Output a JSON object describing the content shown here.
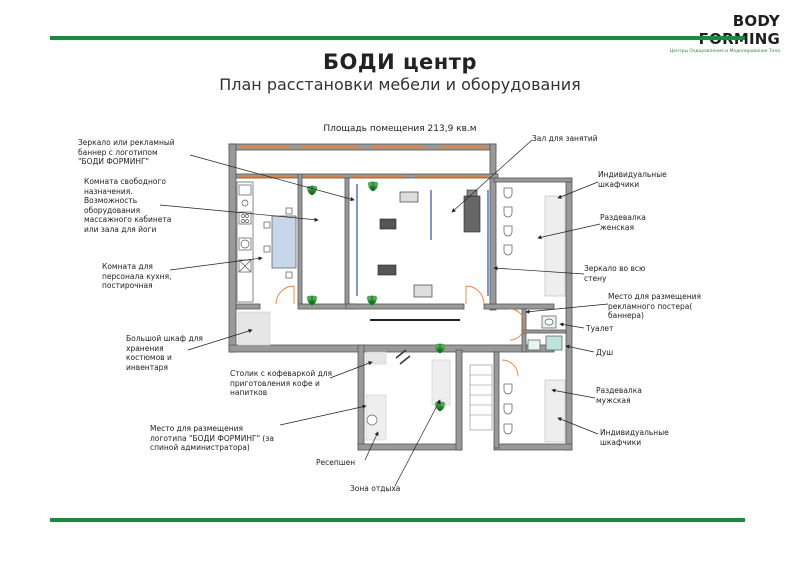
{
  "brand": {
    "name": "BODY FORMING",
    "tagline": "Центры Оздоровления и Моделирования Тела",
    "accent_color": "#1a8c3a"
  },
  "header": {
    "title": "БОДИ центр",
    "subtitle": "План расстановки мебели и оборудования",
    "area_text": "Площадь помещения  213,9 кв.м"
  },
  "callouts": {
    "mirror_banner": "Зеркало или рекламный\nбаннер с логотипом\n\"БОДИ ФОРМИНГ\"",
    "free_room": "Комната свободного\nназначения.\nВозможность\nоборудования\nмассажного кабинета\nили зала для йоги",
    "staff_room": "Комната для\nперсонала кухня,\nпостирочная",
    "big_closet": "Большой шкаф для\nхранения\nкостюмов и\nинвентаря",
    "coffee_table": "Столик с кофеваркой для\nприготовления кофе и\nнапитков",
    "logo_place": "Место для размещения\nлоготипа \"БОДИ ФОРМИНГ\" (за\nспиной администратора)",
    "reception": "Ресепшен",
    "rest_zone": "Зона отдыха",
    "gym_hall": "Зал для занятий",
    "lockers_women": "Индивидуальные\nшкафчики",
    "dressing_women": "Раздевалка\nженская",
    "mirror_wall": "Зеркало во всю\nстену",
    "poster_place": "Место для размещения\nрекламного постера(\nбаннера)",
    "toilet": "Туалет",
    "shower": "Душ",
    "dressing_men": "Раздевалка\nмужская",
    "lockers_men": "Индивидуальные\nшкафчики"
  }
}
